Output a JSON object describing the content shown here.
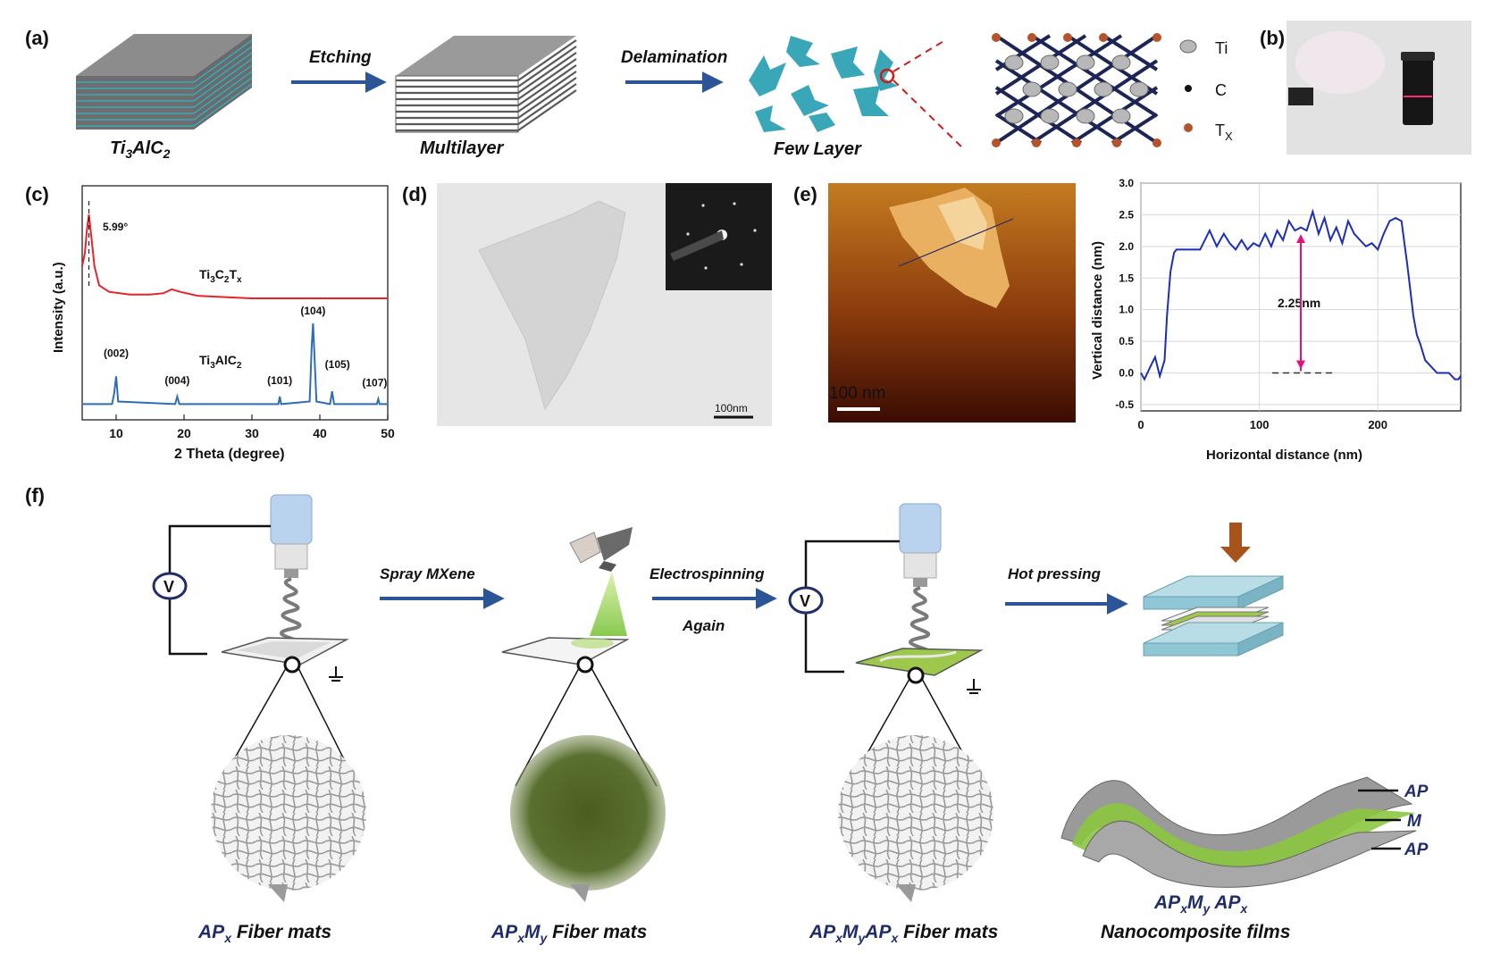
{
  "panels": {
    "a": "(a)",
    "b": "(b)",
    "c": "(c)",
    "d": "(d)",
    "e": "(e)",
    "f": "(f)"
  },
  "panel_a": {
    "ti3alc2": "Ti3AlC2",
    "multilayer": "Multilayer",
    "few_layer": "Few Layer",
    "etching": "Etching",
    "delamination": "Delamination",
    "legend": {
      "ti": "Ti",
      "c": "C",
      "tx": "Tx"
    }
  },
  "panel_d": {
    "scalebar": "100nm"
  },
  "panel_e": {
    "scalebar": "100 nm"
  },
  "chart_data": [
    {
      "type": "line",
      "panel": "c",
      "xlabel": "2 Theta (degree)",
      "ylabel": "Intensity (a.u.)",
      "xlim": [
        5,
        50
      ],
      "xticks": [
        10,
        20,
        30,
        40,
        50
      ],
      "series": [
        {
          "name": "Ti3C2Tx",
          "color": "#e8232a",
          "x": [
            5,
            5.4,
            5.7,
            5.99,
            6.3,
            6.8,
            7.5,
            9,
            12,
            15,
            17,
            18.2,
            19.5,
            22,
            26,
            30,
            35,
            40,
            45,
            50
          ],
          "y": [
            60,
            70,
            88,
            100,
            85,
            60,
            45,
            40,
            38,
            38,
            39,
            42,
            40,
            37,
            36,
            35,
            35,
            35,
            35,
            35
          ]
        },
        {
          "name": "Ti3AlC2",
          "color": "#2f6db5",
          "x": [
            5,
            9.4,
            9.7,
            10.0,
            10.3,
            18.7,
            19.0,
            19.3,
            33.9,
            34.1,
            34.3,
            38.5,
            38.8,
            39.0,
            39.2,
            39.5,
            41.5,
            41.8,
            42.1,
            48.4,
            48.6,
            48.8,
            50
          ],
          "y": [
            2,
            2,
            6,
            13,
            3,
            2,
            5,
            2,
            2,
            5,
            2,
            3,
            25,
            34,
            22,
            3,
            2,
            7,
            2,
            2,
            4,
            2,
            2
          ]
        }
      ],
      "annotations": [
        "5.99°",
        "(002)",
        "(004)",
        "(101)",
        "(104)",
        "(105)",
        "(107)"
      ],
      "reflections": [
        {
          "x": 10.0,
          "label": "(002)"
        },
        {
          "x": 19.0,
          "label": "(004)"
        },
        {
          "x": 34.1,
          "label": "(101)"
        },
        {
          "x": 39.0,
          "label": "(104)"
        },
        {
          "x": 41.8,
          "label": "(105)"
        },
        {
          "x": 48.6,
          "label": "(107)"
        }
      ],
      "marker_x": 5.99
    },
    {
      "type": "line",
      "panel": "e",
      "xlabel": "Horizontal distance (nm)",
      "ylabel": "Vertical distance (nm)",
      "xlim": [
        0,
        270
      ],
      "ylim": [
        -0.6,
        3.0
      ],
      "xticks": [
        0,
        100,
        200
      ],
      "yticks": [
        -0.5,
        0.0,
        0.5,
        1.0,
        1.5,
        2.0,
        2.5,
        3.0
      ],
      "grid": true,
      "annotation": "2.25nm",
      "series": [
        {
          "color": "#1c2fb5",
          "x": [
            0,
            3,
            8,
            12,
            16,
            20,
            22,
            25,
            28,
            30,
            40,
            50,
            58,
            64,
            70,
            75,
            80,
            85,
            90,
            95,
            100,
            105,
            110,
            115,
            120,
            125,
            130,
            135,
            140,
            145,
            150,
            155,
            160,
            165,
            170,
            175,
            180,
            185,
            190,
            195,
            200,
            205,
            210,
            215,
            220,
            225,
            230,
            233,
            236,
            240,
            245,
            250,
            255,
            260,
            265,
            268,
            270
          ],
          "y": [
            0.0,
            -0.1,
            0.1,
            0.25,
            -0.05,
            0.2,
            0.9,
            1.6,
            1.9,
            1.95,
            1.95,
            1.95,
            2.25,
            2.0,
            2.2,
            2.05,
            1.95,
            2.1,
            1.95,
            2.05,
            2.0,
            2.2,
            2.0,
            2.25,
            2.1,
            2.4,
            2.25,
            2.3,
            2.25,
            2.55,
            2.2,
            2.45,
            2.1,
            2.3,
            2.05,
            2.4,
            2.2,
            2.1,
            2.0,
            2.05,
            1.95,
            2.2,
            2.4,
            2.45,
            2.4,
            1.7,
            0.9,
            0.6,
            0.45,
            0.2,
            0.1,
            0.0,
            0.0,
            0.0,
            -0.1,
            -0.1,
            -0.05
          ]
        }
      ],
      "arrow": {
        "x": 135,
        "y_from": 0.0,
        "y_to": 2.25
      }
    }
  ],
  "panel_f": {
    "spray": "Spray MXene",
    "electro": "Electrospinning",
    "again": "Again",
    "hot": "Hot pressing",
    "volt": "V",
    "cap1": "APx Fiber mats",
    "cap2": "APxMy Fiber mats",
    "cap3": "APxMyAPx Fiber mats",
    "cap4a": "APxMyAPx",
    "cap4b": "Nanocomposite films",
    "layers": {
      "top": "AP",
      "mid": "M",
      "bot": "AP"
    }
  },
  "colors": {
    "arrow": "#2c5597",
    "mxene": "#3aa7b8",
    "green": "#8cc63f",
    "navy": "#1f2d6b",
    "red_trace": "#e8232a",
    "blue_trace": "#2f6db5"
  }
}
